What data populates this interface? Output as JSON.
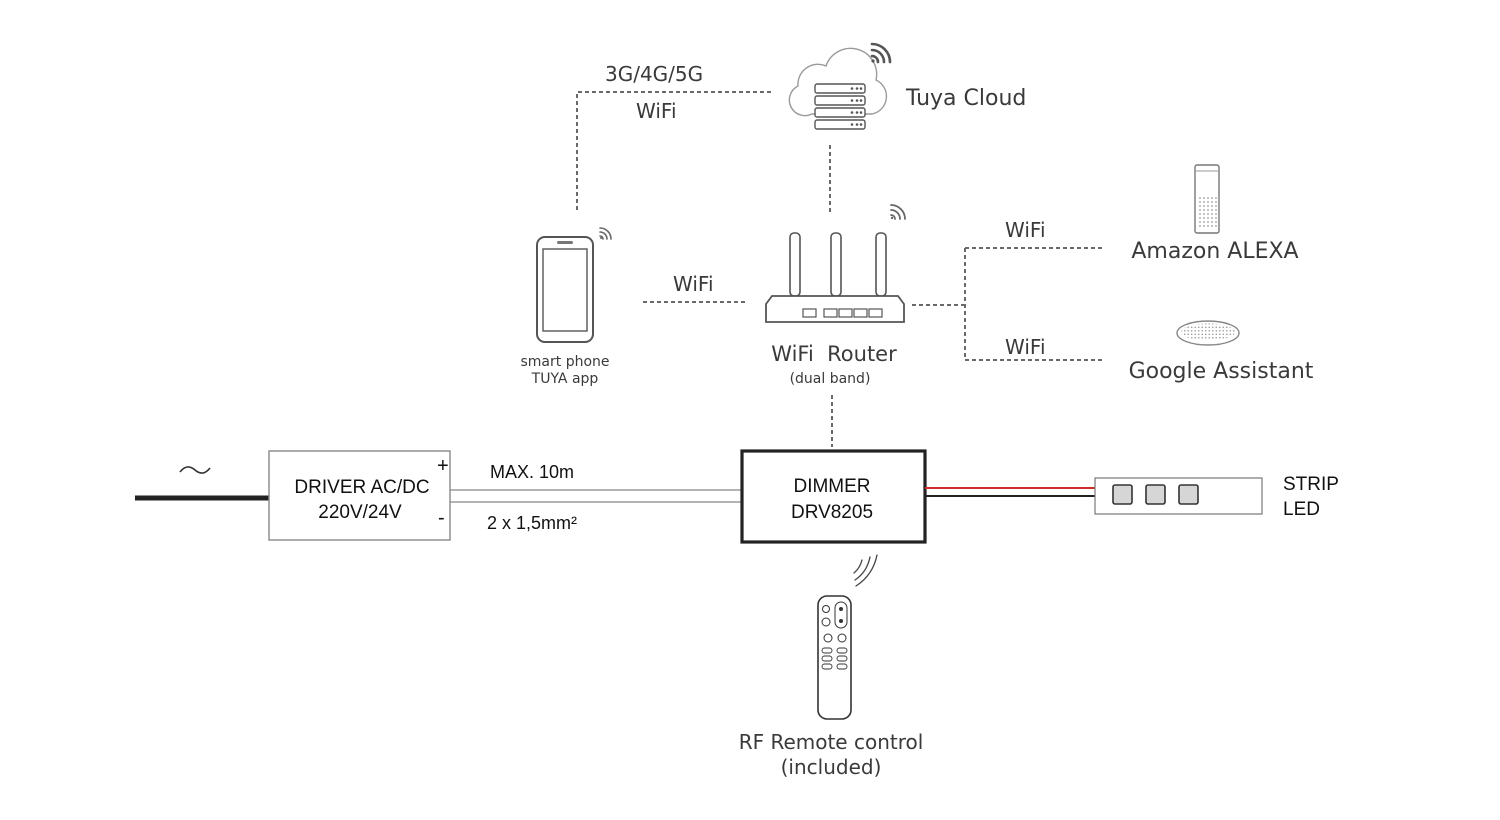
{
  "labels": {
    "cellular": "3G/4G/5G",
    "wifi_phone_cloud": "WiFi",
    "cloud": "Tuya Cloud",
    "wifi_phone_router": "WiFi",
    "wifi_alexa": "WiFi",
    "wifi_google": "WiFi",
    "alexa": "Amazon ALEXA",
    "google": "Google Assistant",
    "phone_line1": "smart phone",
    "phone_line2": "TUYA app",
    "router_line1": "WiFi  Router",
    "router_line2": "(dual band)",
    "ac_symbol": "~",
    "driver_line1": "DRIVER AC/DC",
    "driver_line2": "220V/24V",
    "plus": "+",
    "minus": "-",
    "max_length": "MAX. 10m",
    "cable": "2 x 1,5mm²",
    "dimmer_line1": "DIMMER",
    "dimmer_line2": "DRV8205",
    "strip_line1": "STRIP",
    "strip_line2": "LED",
    "remote_line1": "RF Remote control",
    "remote_line2": "(included)"
  },
  "icons": [
    "cloud-icon",
    "server-icon",
    "smartphone-icon",
    "router-icon",
    "smart-speaker-icon",
    "google-home-icon",
    "rf-remote-icon",
    "wireless-signal-icon",
    "led-strip-icon"
  ],
  "colors": {
    "positive_wire": "#d42a2a",
    "wire": "#222222",
    "dashed_link": "#6a6a6a"
  }
}
